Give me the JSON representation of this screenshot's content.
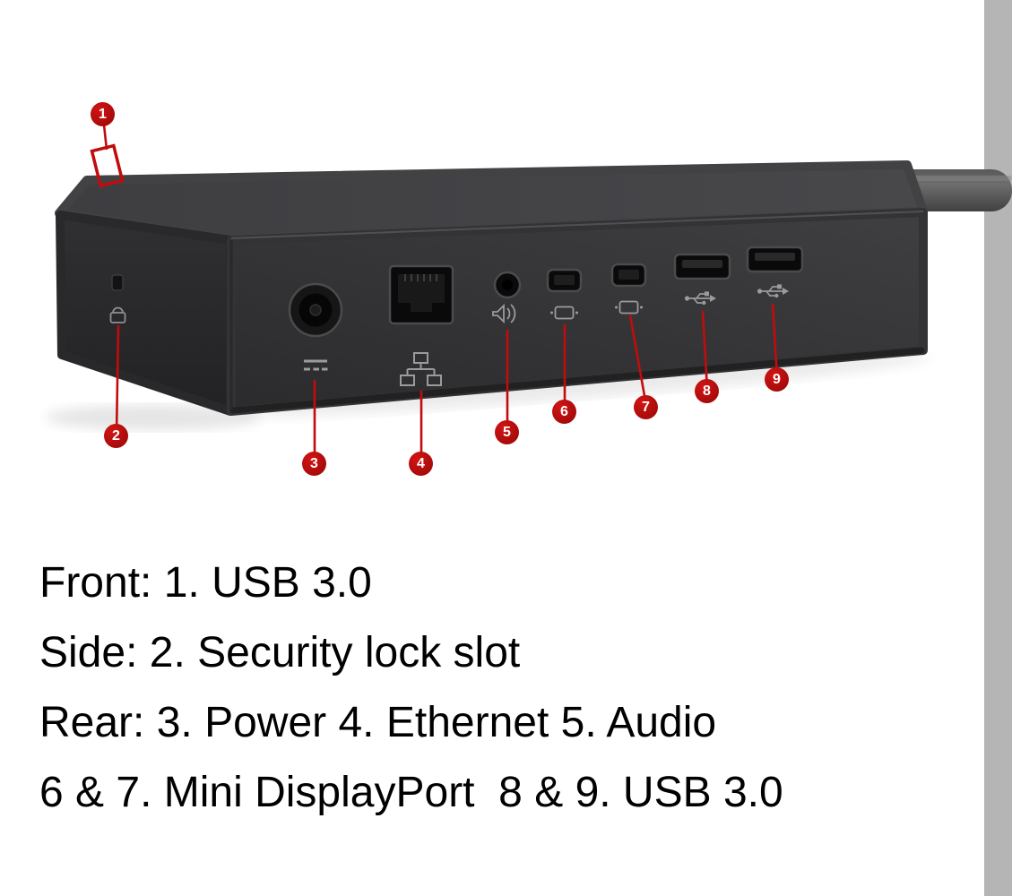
{
  "canvas": {
    "background": "#ffffff",
    "right_strip_color": "#b5b5b5"
  },
  "colors": {
    "accent_red": "#c00c0c",
    "device_top": "#414144",
    "device_front": "#343436",
    "device_side": "#29292b",
    "port_opening": "#0a0a0a",
    "icon_gray": "#9b9b9d",
    "caption_text": "#000000"
  },
  "callouts": [
    {
      "number": "1",
      "feature": "USB 3.0",
      "location": "Front"
    },
    {
      "number": "2",
      "feature": "Security lock slot",
      "location": "Side"
    },
    {
      "number": "3",
      "feature": "Power",
      "location": "Rear"
    },
    {
      "number": "4",
      "feature": "Ethernet",
      "location": "Rear"
    },
    {
      "number": "5",
      "feature": "Audio",
      "location": "Rear"
    },
    {
      "number": "6",
      "feature": "Mini DisplayPort",
      "location": "Rear"
    },
    {
      "number": "7",
      "feature": "Mini DisplayPort",
      "location": "Rear"
    },
    {
      "number": "8",
      "feature": "USB 3.0",
      "location": "Rear"
    },
    {
      "number": "9",
      "feature": "USB 3.0",
      "location": "Rear"
    }
  ],
  "caption": {
    "lines": [
      "Front: 1. USB 3.0",
      "Side: 2. Security lock slot",
      "Rear: 3. Power 4. Ethernet 5. Audio",
      "6 & 7. Mini DisplayPort  8 & 9. USB 3.0"
    ]
  },
  "icons": [
    "dc-power-icon",
    "ethernet-icon",
    "speaker-icon",
    "monitor-icon",
    "usb-icon",
    "lock-icon",
    "usb-location-bracket"
  ]
}
